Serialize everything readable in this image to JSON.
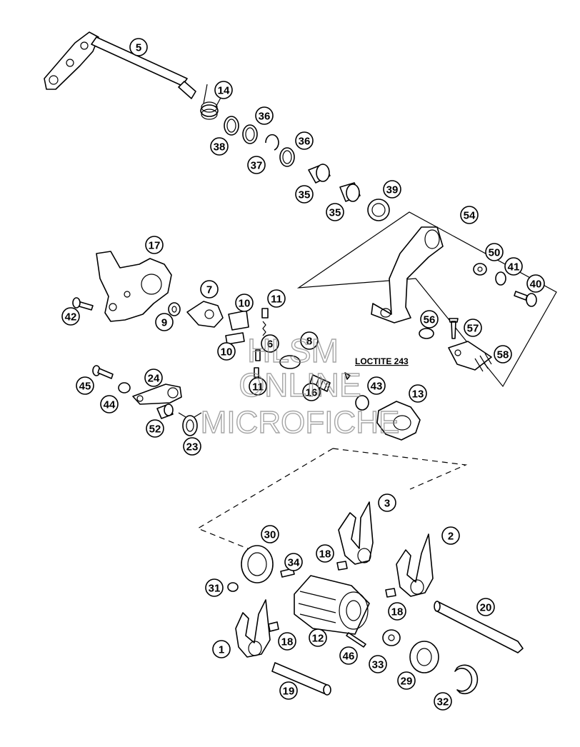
{
  "diagram": {
    "note_label": "LOCTITE 243",
    "watermark": {
      "line1": "HLSM",
      "line2": "ONLINE",
      "line3": "MICROFICHE"
    },
    "callouts": [
      "5",
      "14",
      "36",
      "38",
      "37",
      "36",
      "35",
      "35",
      "39",
      "54",
      "50",
      "41",
      "40",
      "17",
      "7",
      "10",
      "11",
      "42",
      "9",
      "6",
      "8",
      "10",
      "56",
      "57",
      "58",
      "45",
      "24",
      "11",
      "16",
      "43",
      "44",
      "52",
      "23",
      "13",
      "3",
      "30",
      "34",
      "18",
      "2",
      "31",
      "12",
      "18",
      "20",
      "1",
      "18",
      "46",
      "33",
      "29",
      "19",
      "32"
    ]
  }
}
